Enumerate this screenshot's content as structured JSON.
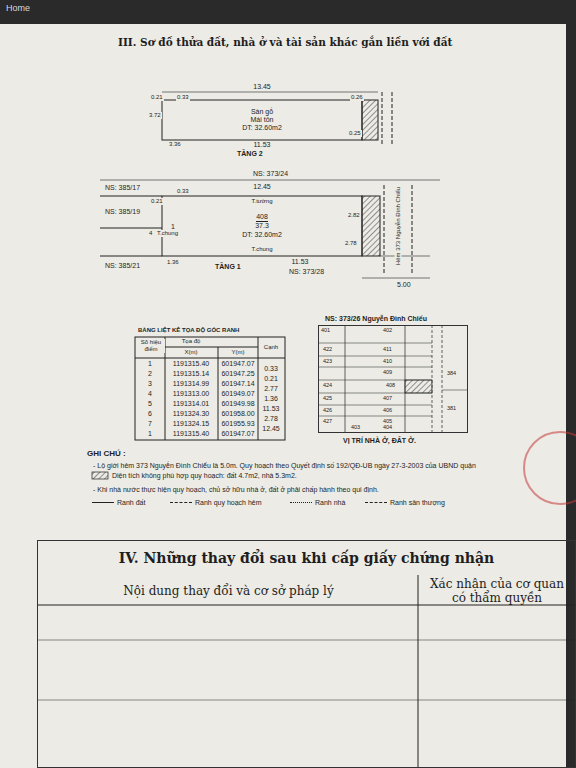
{
  "diagram": {
    "title": "III. Sơ đồ thửa đất, nhà ở và tài sản khác gắn liền với đất",
    "nodes": [
      {
        "text": [
          "Sàn gỗ",
          "Mái tôn",
          "DT: 32.60m2"
        ]
      },
      {
        "text": [
          "408",
          "37.3",
          "DT: 32.60m2"
        ]
      },
      {
        "text": [
          "NS: 373/26 Nguyễn Đình Chiểu",
          "VỊ TRÍ NHÀ Ở, ĐẤT Ở."
        ]
      },
      {
        "text": [
          "IV. Những thay đổi sau khi cấp giấy chứng nhận"
        ]
      },
      {
        "text": [
          "Nội dung thay đổi và cơ sở pháp lý"
        ],
        "in": 3
      },
      {
        "text": [
          "Xác nhận của cơ quan có thẩm quyền"
        ],
        "in": 3
      }
    ],
    "labels": [
      "Home",
      "13.45",
      "0.21",
      "0.33",
      "0.26",
      "3.72",
      "3.36",
      "11.53",
      "0.25",
      "TẦNG 2",
      "NS: 373/24",
      "12.45",
      "NS: 385/17",
      "NS: 385/19",
      "0.21",
      "0.33",
      "T.tường",
      "1",
      "4",
      "T.chung",
      "T.chung",
      "1.36",
      "11.53",
      "TẦNG 1",
      "NS: 385/21",
      "NS: 373/28",
      "2.82",
      "2.78",
      "Hẻm 373 Nguyễn Đình Chiểu",
      "5.00",
      "BẢNG LIỆT KÊ TỌA ĐỘ GÓC RANH",
      "Số hiệu điểm",
      "Tọa độ",
      "X(m)",
      "Y(m)",
      "Cạnh",
      "1",
      "1191315.40",
      "601947.07",
      "2",
      "1191315.14",
      "601947.25",
      "3",
      "1191314.99",
      "601947.14",
      "4",
      "1191313.00",
      "601949.07",
      "5",
      "1191314.01",
      "601949.98",
      "6",
      "1191324.30",
      "601958.00",
      "7",
      "1191324.15",
      "601955.93",
      "1",
      "1191315.40",
      "601947.07",
      "0.33",
      "0.21",
      "2.77",
      "1.36",
      "11.53",
      "2.78",
      "12.45",
      "GHI CHÚ :",
      "- Lộ giới hẻm 373 Nguyễn Đình Chiểu là 5.0m. Quy hoạch theo Quyết định số 192/QĐ-UB ngày 27-3-2003 của UBND quận",
      "- Khi nhà nước thực hiện quy hoạch, chủ sở hữu nhà ở, đất ở phải chấp hành theo qui định.",
      "401",
      "402",
      "422",
      "411",
      "423",
      "410",
      "409",
      "424",
      "408",
      "407",
      "425",
      "406",
      "426",
      "405",
      "427",
      "404",
      "403",
      "384",
      "381"
    ],
    "legend": [
      {
        "text": "Diện tích không phù hợp quy hoạch: đất 4.7m2, nhà 5.3m2."
      },
      {
        "text": "Ranh đất"
      },
      {
        "text": "Ranh quy hoạch hẻm"
      },
      {
        "text": "Ranh nhà"
      },
      {
        "text": "Ranh sân thượng"
      }
    ]
  }
}
